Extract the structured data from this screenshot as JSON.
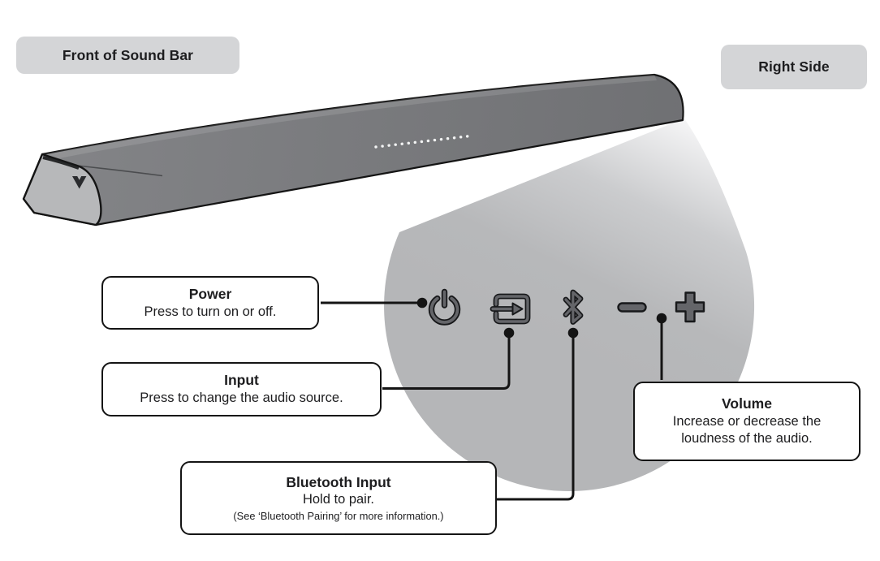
{
  "page": {
    "background": "#ffffff"
  },
  "labels": {
    "front_of_sound_bar": "Front of Sound Bar",
    "right_side": "Right Side"
  },
  "callouts": {
    "power": {
      "title": "Power",
      "lines": [
        "Press to turn on or off."
      ]
    },
    "input": {
      "title": "Input",
      "lines": [
        "Press to change the audio source."
      ]
    },
    "bluetooth": {
      "title": "Bluetooth Input",
      "lines": [
        "Hold to pair."
      ],
      "note": "(See ‘Bluetooth Pairing’ for more information.)"
    },
    "volume": {
      "title": "Volume",
      "lines": [
        "Increase or decrease the",
        "loudness of the audio."
      ]
    }
  },
  "device": {
    "brand_logo": "vizio-v-logo",
    "led_indicator": "led-dot-display",
    "buttons": [
      "power-icon",
      "input-icon",
      "bluetooth-icon",
      "volume-down-icon",
      "volume-up-icon"
    ]
  },
  "colors": {
    "label_pill_bg": "#d4d5d7",
    "soundbar_gray": "#77787b",
    "end_cap_gray": "#b7b8ba",
    "magnifier_gray": "#b5b6b8",
    "icon_gray": "#646569",
    "line_black": "#141414"
  }
}
